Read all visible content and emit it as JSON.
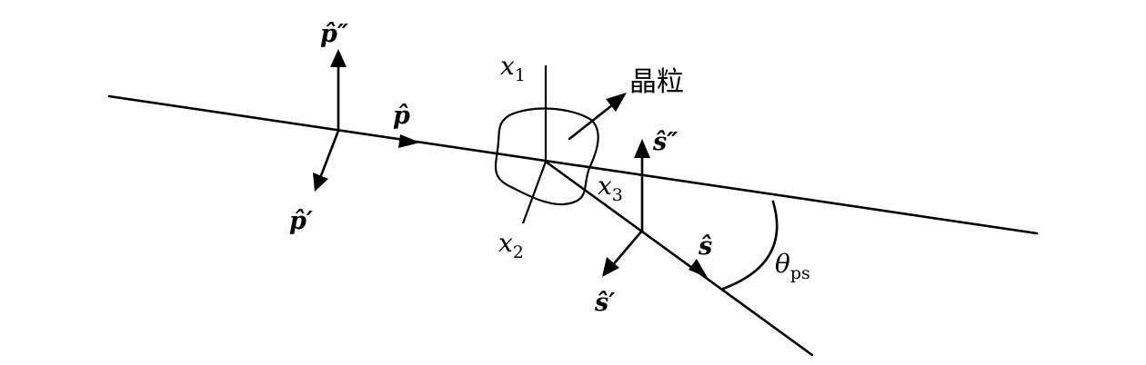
{
  "labels": {
    "p_hat": "p̂",
    "p_hat_prime": "p̂′",
    "p_hat_double_prime": "p̂″",
    "s_hat": "ŝ",
    "s_hat_prime": "ŝ′",
    "s_hat_double_prime": "ŝ″",
    "x1_base": "x",
    "x1_sub": "1",
    "x2_base": "x",
    "x2_sub": "2",
    "x3_base": "x",
    "x3_sub": "3",
    "grain": "晶粒",
    "theta_base": "θ",
    "theta_sub": "ps"
  }
}
